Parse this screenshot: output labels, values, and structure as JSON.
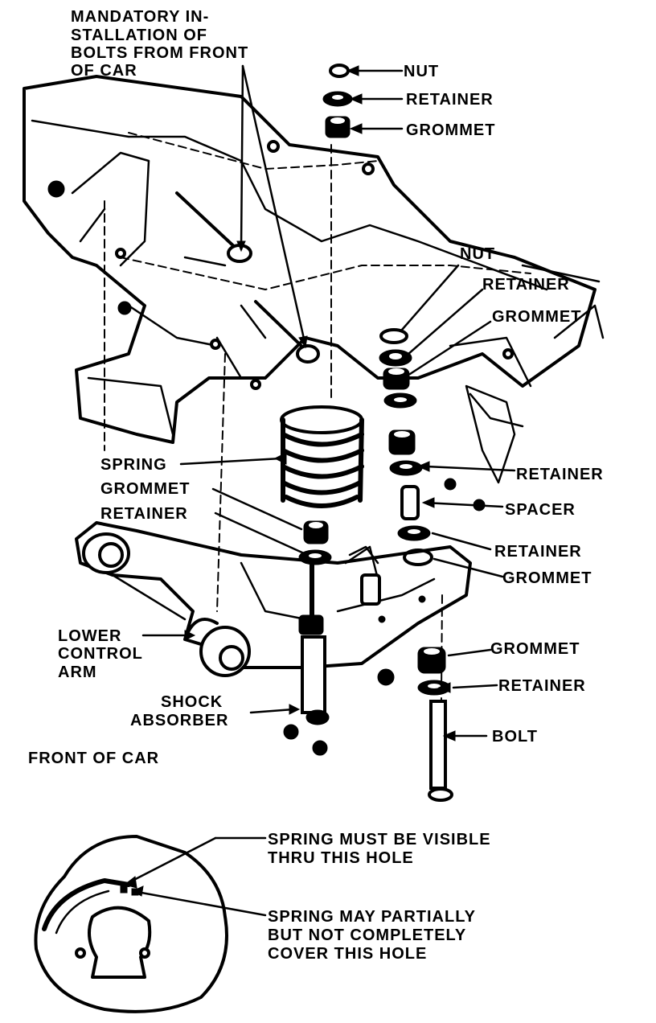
{
  "labels": {
    "mandatory_1": "MANDATORY IN-",
    "mandatory_2": "STALLATION OF",
    "mandatory_3": "BOLTS FROM FRONT",
    "mandatory_4": "OF CAR",
    "nut_top": "NUT",
    "retainer_top": "RETAINER",
    "grommet_top": "GROMMET",
    "nut_mid": "NUT",
    "retainer_mid": "RETAINER",
    "grommet_mid": "GROMMET",
    "spring": "SPRING",
    "grommet_left": "GROMMET",
    "retainer_left": "RETAINER",
    "retainer_right": "RETAINER",
    "spacer": "SPACER",
    "retainer_right_2": "RETAINER",
    "grommet_right": "GROMMET",
    "lower_1": "LOWER",
    "lower_2": "CONTROL",
    "lower_3": "ARM",
    "grommet_low": "GROMMET",
    "retainer_low": "RETAINER",
    "shock_1": "SHOCK",
    "shock_2": "ABSORBER",
    "bolt": "BOLT",
    "front_of_car": "FRONT OF CAR",
    "visible_1": "SPRING MUST BE VISIBLE",
    "visible_2": "THRU THIS HOLE",
    "partial_1": "SPRING MAY PARTIALLY",
    "partial_2": "BUT NOT COMPLETELY",
    "partial_3": "COVER THIS HOLE"
  }
}
